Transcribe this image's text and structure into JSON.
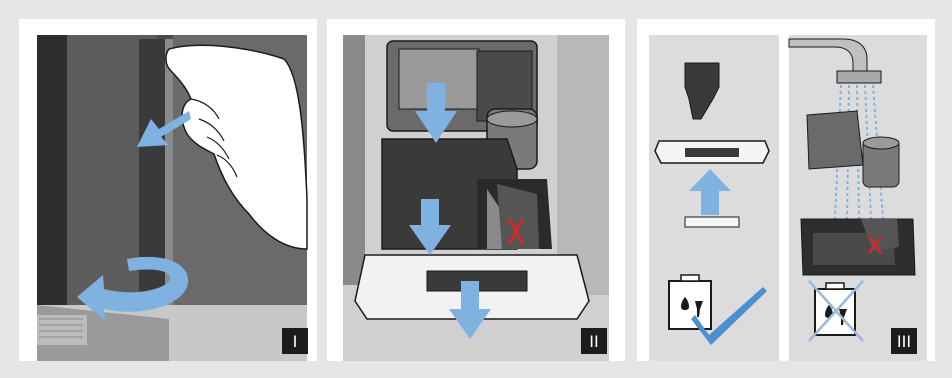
{
  "steps": [
    {
      "label": "I"
    },
    {
      "label": "II"
    },
    {
      "label": "III"
    }
  ],
  "colors": {
    "background": "#e6e6e6",
    "panel": "#ffffff",
    "arrow": "#7fb2e0",
    "machine_dark": "#3b3b3b",
    "machine_mid": "#5a5a5a",
    "accent_red": "#d62828",
    "checkmark": "#4a90d0",
    "cross": "#9bb9d8"
  },
  "icons": [
    "hand-icon",
    "rotate-arrow-icon",
    "down-arrow-icon",
    "up-arrow-icon",
    "faucet-icon",
    "water-spray-icon",
    "dishwasher-icon",
    "checkmark-icon",
    "cross-icon"
  ]
}
